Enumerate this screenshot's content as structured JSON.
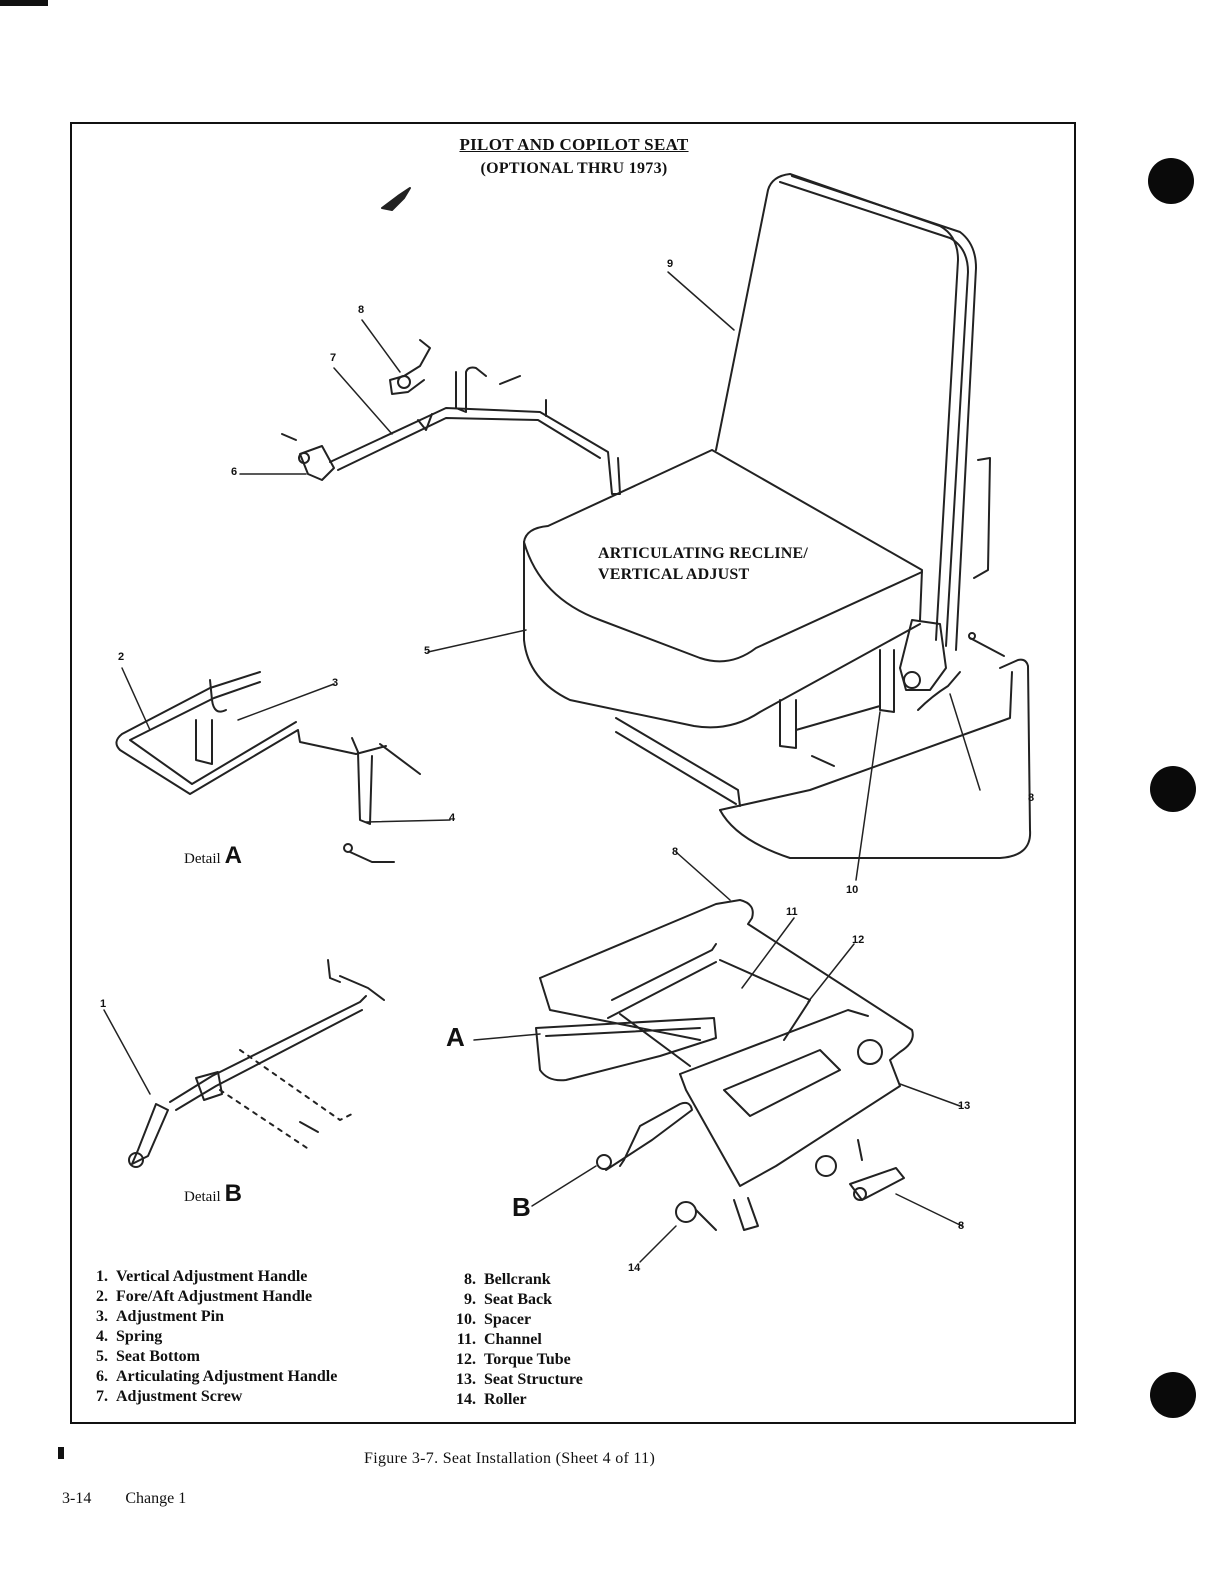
{
  "figure": {
    "title": "PILOT AND COPILOT SEAT",
    "subtitle": "(OPTIONAL THRU 1973)",
    "recline_label_line1": "ARTICULATING RECLINE/",
    "recline_label_line2": "VERTICAL ADJUST",
    "detail_a_text": "Detail",
    "detail_a_letter": "A",
    "detail_b_text": "Detail",
    "detail_b_letter": "B",
    "big_letter_a": "A",
    "big_letter_b": "B",
    "callouts": [
      "1",
      "2",
      "3",
      "4",
      "5",
      "6",
      "7",
      "8",
      "9",
      "10",
      "11",
      "12",
      "13",
      "14"
    ]
  },
  "legend_left": [
    {
      "num": "1.",
      "text": "Vertical Adjustment Handle"
    },
    {
      "num": "2.",
      "text": "Fore/Aft Adjustment Handle"
    },
    {
      "num": "3.",
      "text": "Adjustment Pin"
    },
    {
      "num": "4.",
      "text": "Spring"
    },
    {
      "num": "5.",
      "text": "Seat Bottom"
    },
    {
      "num": "6.",
      "text": "Articulating Adjustment Handle"
    },
    {
      "num": "7.",
      "text": "Adjustment Screw"
    }
  ],
  "legend_right": [
    {
      "num": "8.",
      "text": "Bellcrank"
    },
    {
      "num": "9.",
      "text": "Seat Back"
    },
    {
      "num": "10.",
      "text": "Spacer"
    },
    {
      "num": "11.",
      "text": "Channel"
    },
    {
      "num": "12.",
      "text": "Torque Tube"
    },
    {
      "num": "13.",
      "text": "Seat Structure"
    },
    {
      "num": "14.",
      "text": "Roller"
    }
  ],
  "caption": "Figure 3-7.  Seat Installation (Sheet 4 of 11)",
  "footer": {
    "page": "3-14",
    "change": "Change 1"
  }
}
